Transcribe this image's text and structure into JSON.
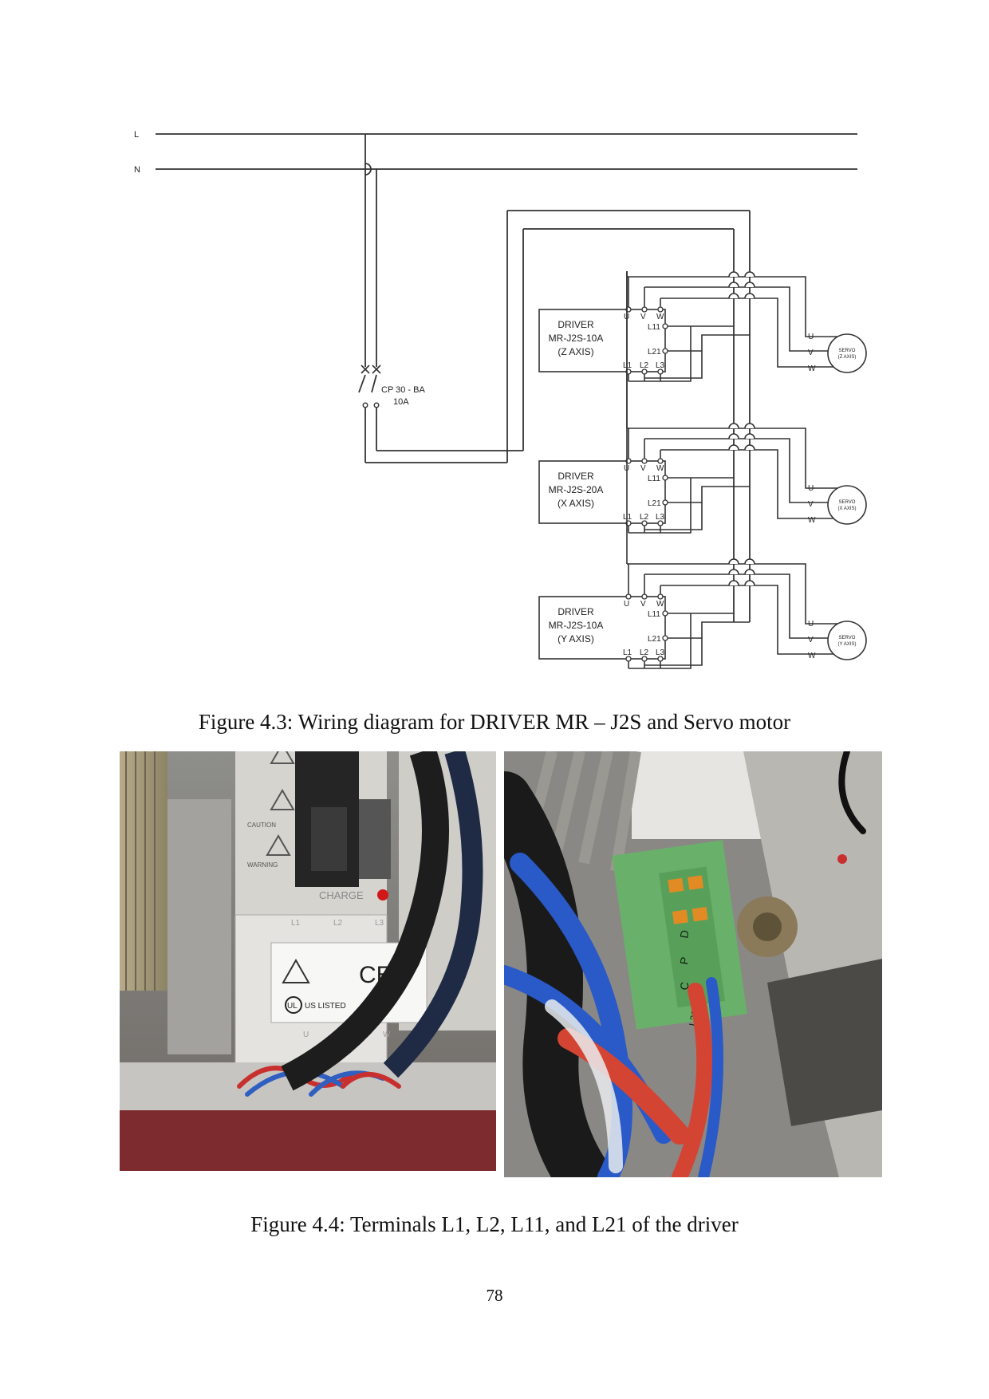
{
  "diagram": {
    "line_l": "L",
    "line_n": "N",
    "breaker_model": "CP 30 - BA",
    "breaker_rating": "10A",
    "drivers": [
      {
        "title": "DRIVER",
        "model": "MR-J2S-10A",
        "axis": "(Z AXIS)",
        "motor_line1": "SERVO",
        "motor_line2": "(Z AXIS)"
      },
      {
        "title": "DRIVER",
        "model": "MR-J2S-20A",
        "axis": "(X AXIS)",
        "motor_line1": "SERVO",
        "motor_line2": "(X AXIS)"
      },
      {
        "title": "DRIVER",
        "model": "MR-J2S-10A",
        "axis": "(Y AXIS)",
        "motor_line1": "SERVO",
        "motor_line2": "(Y AXIS)"
      }
    ],
    "terminals": {
      "u": "U",
      "v": "V",
      "w": "W",
      "l11": "L11",
      "l21": "L21",
      "l1": "L1",
      "l2": "L2",
      "l3": "L3"
    }
  },
  "photo_left": {
    "caution_label": "CAUTION",
    "warning_label": "WARNING",
    "charge_label": "CHARGE",
    "terminal_labels": [
      "L1",
      "L2",
      "L3"
    ],
    "motor_labels": [
      "U",
      "V",
      "W"
    ],
    "ce_mark": "CE",
    "ul_mark": "UL",
    "listed_text": "US LISTED"
  },
  "photo_right": {
    "connector_pins": [
      "D",
      "P",
      "C",
      "L21"
    ]
  },
  "captions": {
    "fig43": "Figure 4.3: Wiring diagram for DRIVER MR – J2S and Servo motor",
    "fig44": "Figure 4.4: Terminals L1, L2, L11, and L21 of the driver"
  },
  "page_number": "78"
}
